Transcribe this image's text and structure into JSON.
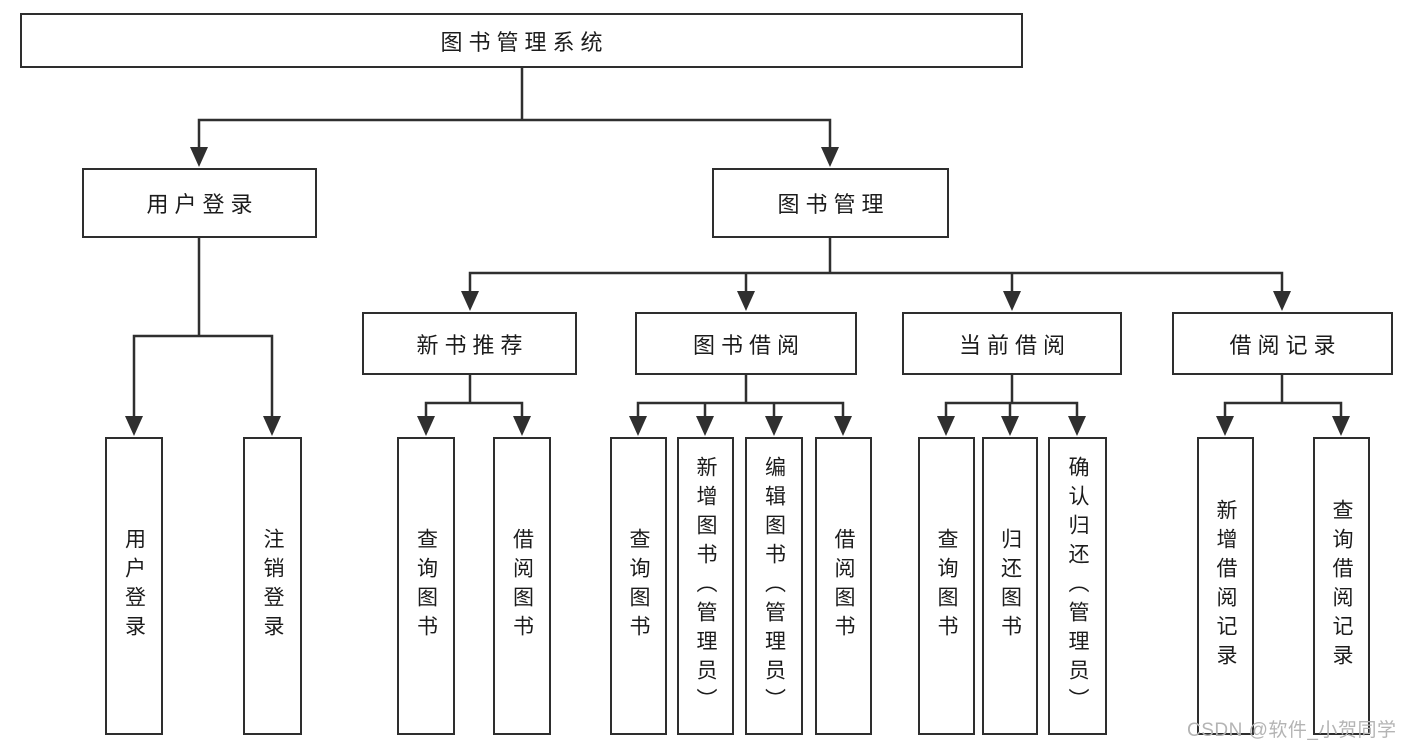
{
  "tree": {
    "root": {
      "label": "图书管理系统"
    },
    "branches": [
      {
        "label": "用户登录",
        "children": [
          {
            "label": "用户登录"
          },
          {
            "label": "注销登录"
          }
        ]
      },
      {
        "label": "图书管理",
        "children": [
          {
            "label": "新书推荐",
            "children": [
              {
                "label": "查询图书"
              },
              {
                "label": "借阅图书"
              }
            ]
          },
          {
            "label": "图书借阅",
            "children": [
              {
                "label": "查询图书"
              },
              {
                "label": "新增图书（管理员）"
              },
              {
                "label": "编辑图书（管理员）"
              },
              {
                "label": "借阅图书"
              }
            ]
          },
          {
            "label": "当前借阅",
            "children": [
              {
                "label": "查询图书"
              },
              {
                "label": "归还图书"
              },
              {
                "label": "确认归还（管理员）"
              }
            ]
          },
          {
            "label": "借阅记录",
            "children": [
              {
                "label": "新增借阅记录"
              },
              {
                "label": "查询借阅记录"
              }
            ]
          }
        ]
      }
    ]
  },
  "watermark": {
    "text": "CSDN @软件_小贺同学"
  },
  "colors": {
    "background": "#ffffff",
    "box_border": "#2e2e2e",
    "line": "#2f2f2f",
    "text": "#1c1c1c",
    "watermark": "#b4b4b4"
  }
}
